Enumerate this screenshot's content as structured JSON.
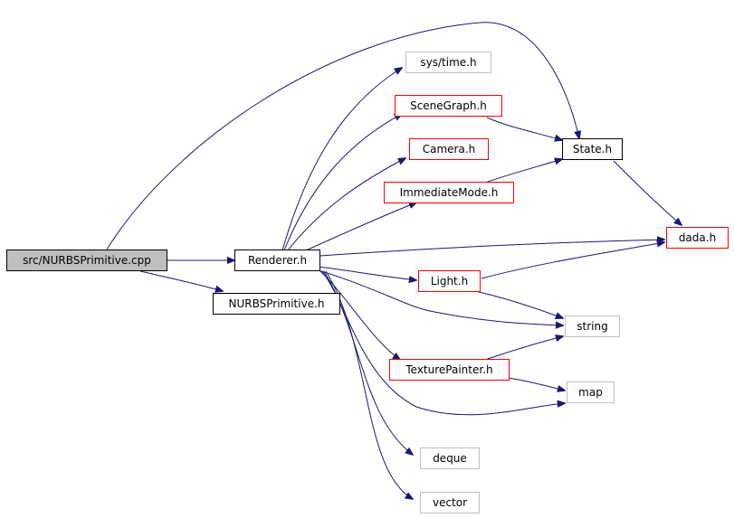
{
  "nodes": {
    "src_nurbsprimitive_cpp": {
      "label": "src/NURBSPrimitive.cpp"
    },
    "renderer_h": {
      "label": "Renderer.h"
    },
    "nurbsprimitive_h": {
      "label": "NURBSPrimitive.h"
    },
    "sys_time_h": {
      "label": "sys/time.h"
    },
    "scenegraph_h": {
      "label": "SceneGraph.h"
    },
    "camera_h": {
      "label": "Camera.h"
    },
    "immediatemode_h": {
      "label": "ImmediateMode.h"
    },
    "state_h": {
      "label": "State.h"
    },
    "dada_h": {
      "label": "dada.h"
    },
    "light_h": {
      "label": "Light.h"
    },
    "string": {
      "label": "string"
    },
    "texturepainter_h": {
      "label": "TexturePainter.h"
    },
    "map": {
      "label": "map"
    },
    "deque": {
      "label": "deque"
    },
    "vector": {
      "label": "vector"
    }
  },
  "colors": {
    "edge": "#191970",
    "documented_border": "#ff0000",
    "external_border": "#bfbfbf",
    "root_fill": "#bfbfbf"
  }
}
